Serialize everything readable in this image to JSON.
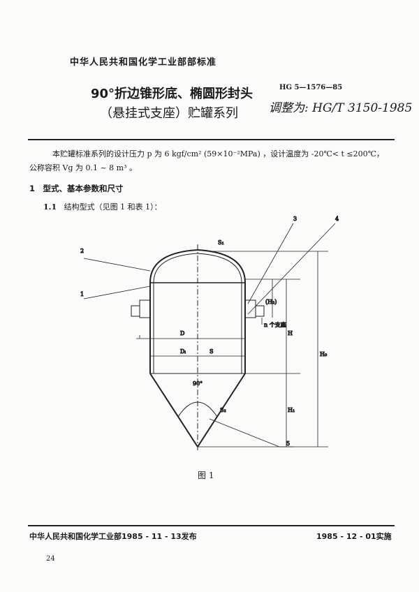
{
  "header": {
    "organization": "中华人民共和国化学工业部部标准",
    "title_line1": "90°折边锥形底、椭圆形封头",
    "title_line2": "（悬挂式支座）贮罐系列",
    "standard_code": "HG 5—1576—85",
    "handwritten_note": "调整为: HG/T 3150-1985"
  },
  "body": {
    "intro_line1": "本贮罐标准系列的设计压力 p 为 6 kgf/cm² (59×10⁻²MPa) ，设计温度为 -20℃< t ≤200℃，",
    "intro_line2": "公称容积 Vg 为 0.1 ~ 8 m³ 。",
    "section1": "1　型式、基本参数和尺寸",
    "section1_1_num": "1.1",
    "section1_1": "结构型式（见图 1 和表 1）："
  },
  "figure": {
    "callouts": [
      "1",
      "2",
      "3",
      "4",
      "5"
    ],
    "labels": {
      "S1": "S₁",
      "D": "D",
      "Di": "Dᵢ",
      "S": "S",
      "S2": "S₂",
      "angle": "90°",
      "H": "H",
      "H0": "H₀",
      "H1": "H₁",
      "H2": "(H₂)",
      "supports": "n 个支座"
    },
    "caption": "图 1"
  },
  "footer": {
    "issued": "中华人民共和国化学工业部1985 - 11 - 13发布",
    "effective": "1985 - 12 - 01实施",
    "page_number": "24"
  }
}
